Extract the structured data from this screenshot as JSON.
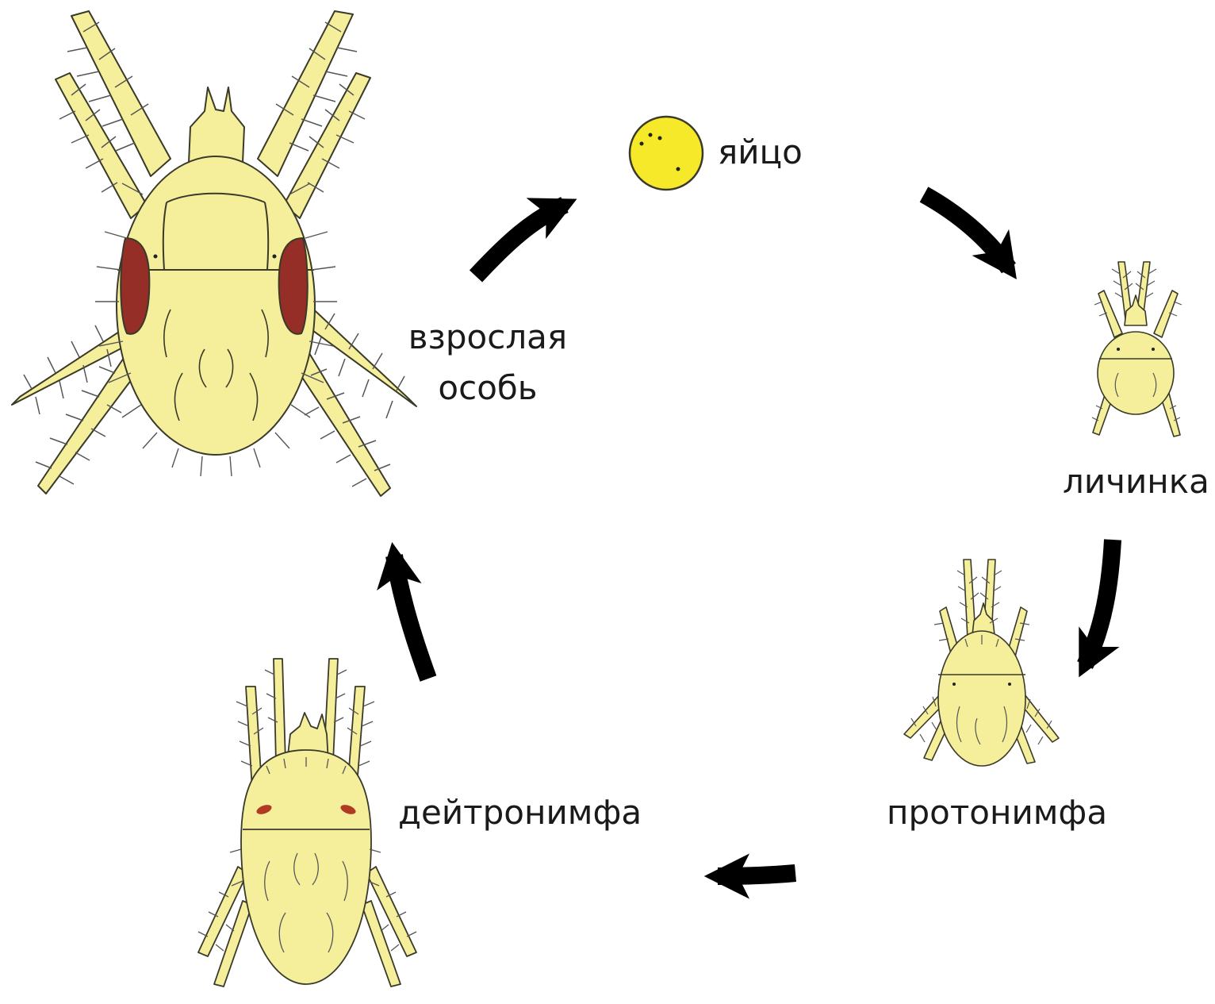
{
  "diagram": {
    "stages": {
      "egg": {
        "label": "яйцо"
      },
      "larva": {
        "label": "личинка"
      },
      "protonymph": {
        "label": "протонимфа"
      },
      "deutonymph": {
        "label": "дейтронимфа"
      },
      "adult": {
        "label_line1": "взрослая",
        "label_line2": "особь"
      }
    },
    "colors": {
      "body": "#f5ef9c",
      "outline": "#3a3a2a",
      "egg": "#f5e92a",
      "eye_patch": "#952e26",
      "arrow": "#000000"
    }
  }
}
